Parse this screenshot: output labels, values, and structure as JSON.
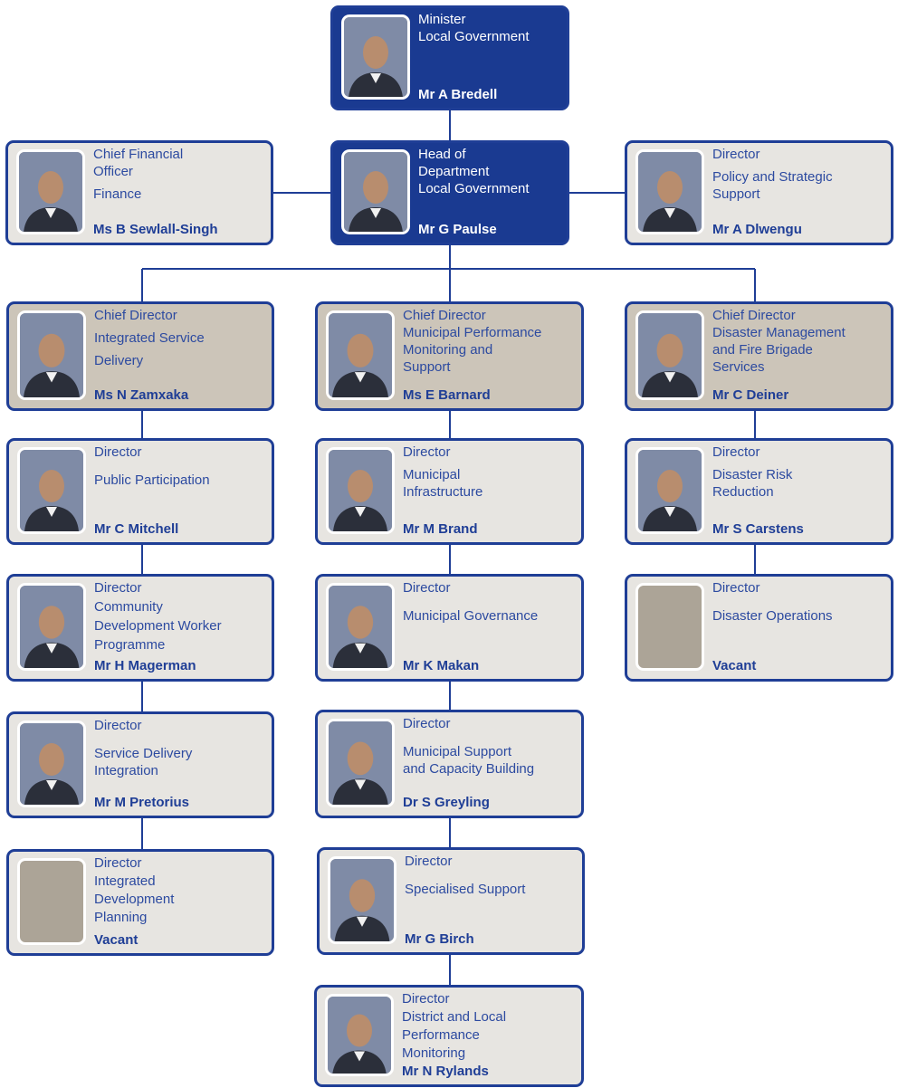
{
  "org_chart": {
    "minister": {
      "title_lines": [
        "Minister",
        "Local Government"
      ],
      "name": "Mr A Bredell"
    },
    "cfo": {
      "title_lines": [
        "Chief Financial",
        "Officer",
        "Finance"
      ],
      "name": "Ms B Sewlall-Singh"
    },
    "hod": {
      "title_lines": [
        "Head of",
        "Department",
        "Local Government"
      ],
      "name": "Mr G Paulse"
    },
    "policy": {
      "title_lines": [
        "Director",
        "Policy and Strategic",
        "Support"
      ],
      "name": "Mr A Dlwengu"
    },
    "cd_isd": {
      "title_lines": [
        "Chief Director",
        "Integrated Service",
        "Delivery"
      ],
      "name": "Ms N Zamxaka"
    },
    "cd_mpms": {
      "title_lines": [
        "Chief Director",
        "Municipal Performance",
        "Monitoring and",
        "Support"
      ],
      "name": "Ms E Barnard"
    },
    "cd_dmfb": {
      "title_lines": [
        "Chief Director",
        "Disaster Management",
        "and Fire Brigade",
        "Services"
      ],
      "name": "Mr C Deiner"
    },
    "d_pp": {
      "title_lines": [
        "Director",
        "Public Participation"
      ],
      "name": "Mr C Mitchell"
    },
    "d_mi": {
      "title_lines": [
        "Director",
        "Municipal",
        "Infrastructure"
      ],
      "name": "Mr M Brand"
    },
    "d_drr": {
      "title_lines": [
        "Director",
        "Disaster Risk",
        "Reduction"
      ],
      "name": "Mr S Carstens"
    },
    "d_cdw": {
      "title_lines": [
        "Director",
        "Community",
        "Development Worker",
        "Programme"
      ],
      "name": "Mr H Magerman"
    },
    "d_mg": {
      "title_lines": [
        "Director",
        "Municipal Governance"
      ],
      "name": "Mr K Makan"
    },
    "d_do": {
      "title_lines": [
        "Director",
        "Disaster Operations"
      ],
      "name": "Vacant"
    },
    "d_sdi": {
      "title_lines": [
        "Director",
        "Service Delivery",
        "Integration"
      ],
      "name": "Mr M Pretorius"
    },
    "d_mscb": {
      "title_lines": [
        "Director",
        "Municipal Support",
        "and Capacity Building"
      ],
      "name": "Dr S Greyling"
    },
    "d_idp": {
      "title_lines": [
        "Director",
        "Integrated",
        "Development",
        "Planning"
      ],
      "name": "Vacant"
    },
    "d_ss": {
      "title_lines": [
        "Director",
        "Specialised Support"
      ],
      "name": "Mr G Birch"
    },
    "d_dlpm": {
      "title_lines": [
        "Director",
        "District and Local",
        "Performance",
        "Monitoring"
      ],
      "name": "Mr N Rylands"
    }
  },
  "colors": {
    "navy": "#1a3a91",
    "border": "#1f3e96",
    "card_light": "#e7e5e1",
    "card_tan": "#ccc5b9",
    "vacant_photo": "#aca497"
  },
  "icons": {
    "portrait": "person-portrait-icon",
    "vacant": "vacant-photo-placeholder"
  }
}
